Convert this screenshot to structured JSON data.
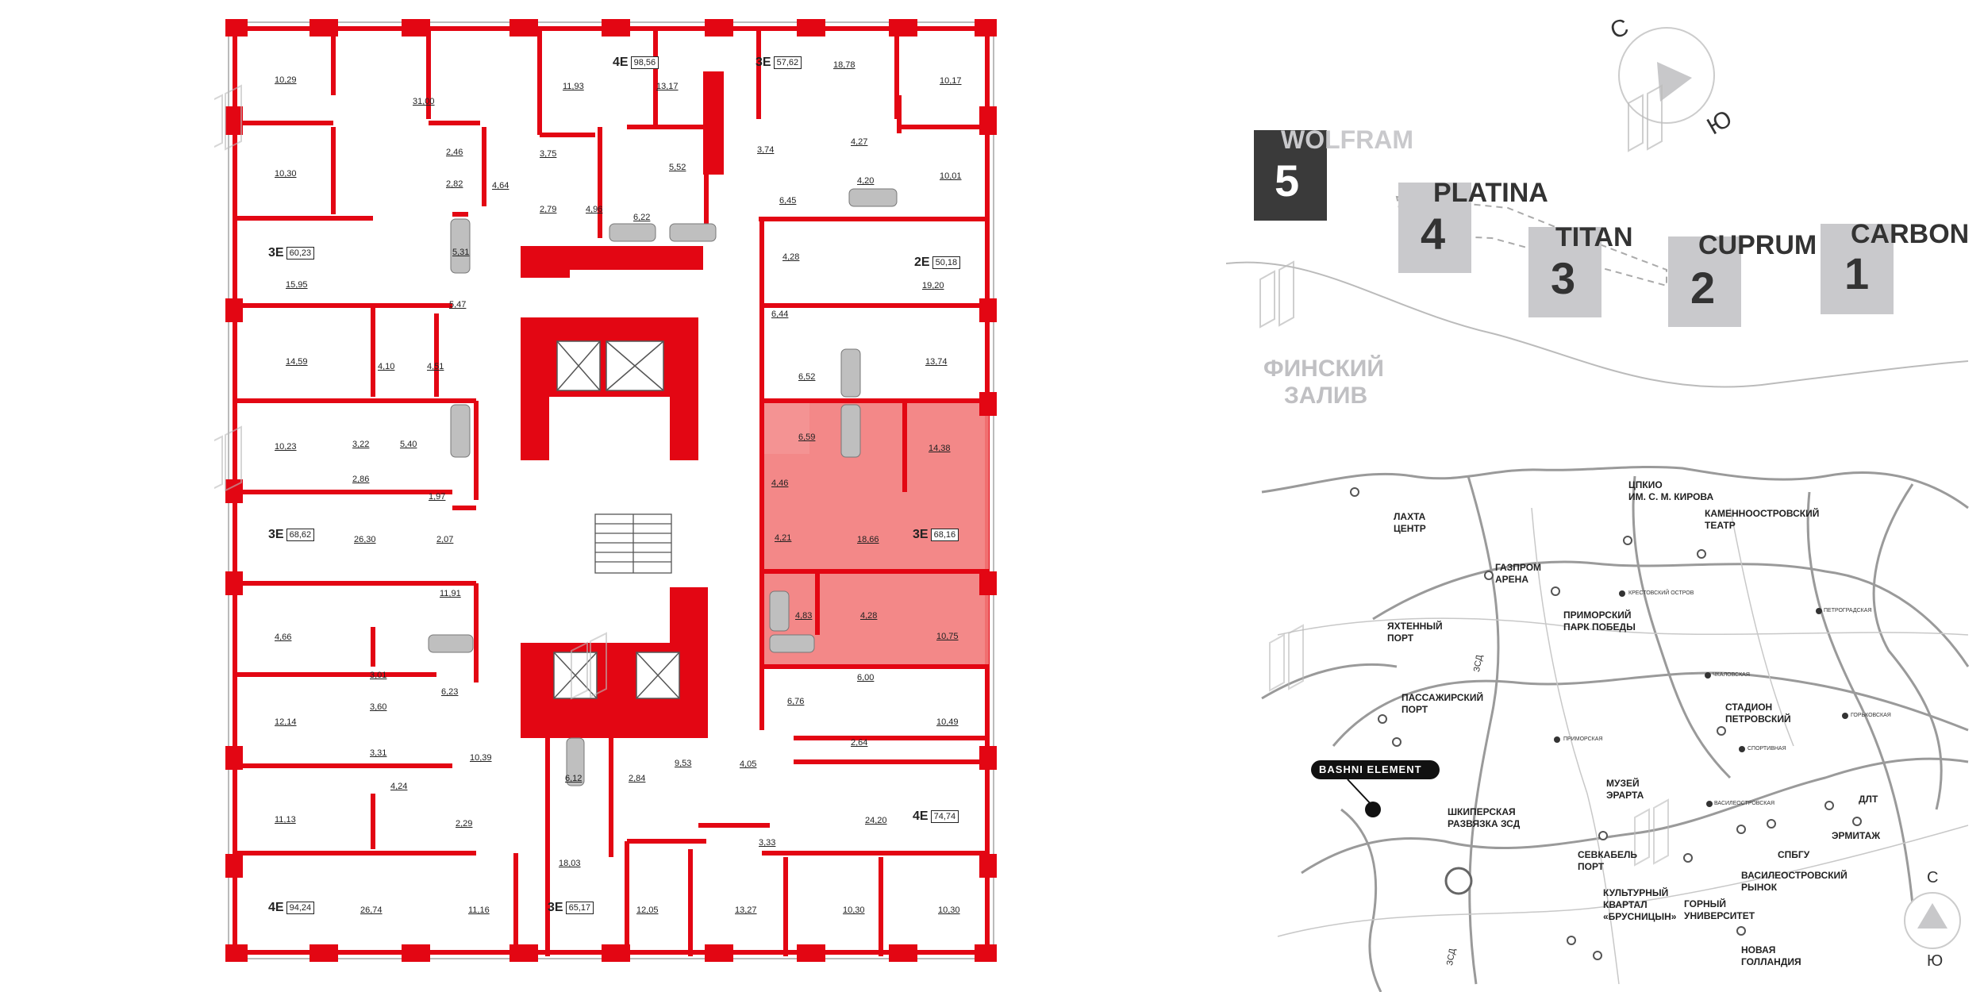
{
  "floor_plan": {
    "apartments": [
      {
        "type": "4E",
        "area": "98,56"
      },
      {
        "type": "3E",
        "area": "57,62"
      },
      {
        "type": "3E",
        "area": "60,23"
      },
      {
        "type": "2E",
        "area": "50,18"
      },
      {
        "type": "3E",
        "area": "68,62"
      },
      {
        "type": "3E",
        "area": "68,16",
        "highlighted": true
      },
      {
        "type": "4E",
        "area": "74,74"
      },
      {
        "type": "4E",
        "area": "94,24"
      },
      {
        "type": "3E",
        "area": "65,17"
      }
    ],
    "rooms": [
      "10,29",
      "31,00",
      "11,93",
      "13,17",
      "18,78",
      "10,17",
      "10,30",
      "2,46",
      "2,82",
      "4,64",
      "3,75",
      "2,79",
      "4,96",
      "5,52",
      "6,22",
      "3,74",
      "6,45",
      "4,27",
      "4,20",
      "10,01",
      "5,31",
      "15,95",
      "5,47",
      "4,28",
      "19,20",
      "6,44",
      "14,59",
      "4,10",
      "4,51",
      "6,52",
      "13,74",
      "10,23",
      "3,22",
      "5,40",
      "2,86",
      "1,97",
      "6,59",
      "14,38",
      "4,46",
      "26,30",
      "2,07",
      "4,21",
      "18,66",
      "4,66",
      "11,91",
      "4,83",
      "4,28",
      "10,75",
      "3,01",
      "6,23",
      "6,00",
      "3,60",
      "6,76",
      "12,14",
      "2,64",
      "10,49",
      "3,31",
      "10,39",
      "4,05",
      "9,53",
      "6,12",
      "2,84",
      "4,24",
      "11,13",
      "2,29",
      "3,33",
      "24,20",
      "18,03",
      "11,16",
      "26,74",
      "12,05",
      "13,27",
      "10,30",
      "10,30"
    ],
    "highlight_color": "#f27b7b",
    "wall_color": "#e30613"
  },
  "buildings": {
    "north_label": "С",
    "south_label": "Ю",
    "items": [
      {
        "name": "WOLFRAM",
        "number": "5",
        "active": true
      },
      {
        "name": "PLATINA",
        "number": "4"
      },
      {
        "name": "TITAN",
        "number": "3"
      },
      {
        "name": "CUPRUM",
        "number": "2"
      },
      {
        "name": "CARBON",
        "number": "1"
      }
    ],
    "water_line1": "ФИНСКИЙ",
    "water_line2": "ЗАЛИВ"
  },
  "city_map": {
    "project_label": "BASHNI ELEMENT",
    "north_label": "С",
    "south_label": "Ю",
    "places": [
      {
        "line1": "ЛАХТА",
        "line2": "ЦЕНТР"
      },
      {
        "line1": "ЦПКИО",
        "line2": "ИМ. С. М. КИРОВА"
      },
      {
        "line1": "КАМЕННООСТРОВСКИЙ",
        "line2": "ТЕАТР"
      },
      {
        "line1": "ГАЗПРОМ",
        "line2": "АРЕНА"
      },
      {
        "line1": "ПРИМОРСКИЙ",
        "line2": "ПАРК ПОБЕДЫ"
      },
      {
        "line1": "ЯХТЕННЫЙ",
        "line2": "ПОРТ"
      },
      {
        "line1": "ПАССАЖИРСКИЙ",
        "line2": "ПОРТ"
      },
      {
        "line1": "СТАДИОН",
        "line2": "ПЕТРОВСКИЙ"
      },
      {
        "line1": "МУЗЕЙ",
        "line2": "ЭРАРТА"
      },
      {
        "line1": "ШКИПЕРСКАЯ",
        "line2": "РАЗВЯЗКА ЗСД"
      },
      {
        "line1": "СЕВКАБЕЛЬ",
        "line2": "ПОРТ"
      },
      {
        "line1": "КУЛЬТУРНЫЙ",
        "line2": "КВАРТАЛ",
        "line3": "«БРУСНИЦЫН»"
      },
      {
        "line1": "ГОРНЫЙ",
        "line2": "УНИВЕРСИТЕТ"
      },
      {
        "line1": "ВАСИЛЕОСТРОВСКИЙ",
        "line2": "РЫНОК"
      },
      {
        "line1": "СПБГУ"
      },
      {
        "line1": "ЭРМИТАЖ"
      },
      {
        "line1": "ДЛТ"
      },
      {
        "line1": "НОВАЯ",
        "line2": "ГОЛЛАНДИЯ"
      }
    ],
    "metro": [
      "КРЕСТОВСКИЙ ОСТРОВ",
      "ПЕТРОГРАДСКАЯ",
      "ЧКАЛОВСКАЯ",
      "ГОРЬКОВСКАЯ",
      "СПОРТИВНАЯ",
      "ПРИМОРСКАЯ",
      "ВАСИЛЕОСТРОВСКАЯ"
    ],
    "road_labels": [
      "ЗСД",
      "ЗСД"
    ]
  }
}
